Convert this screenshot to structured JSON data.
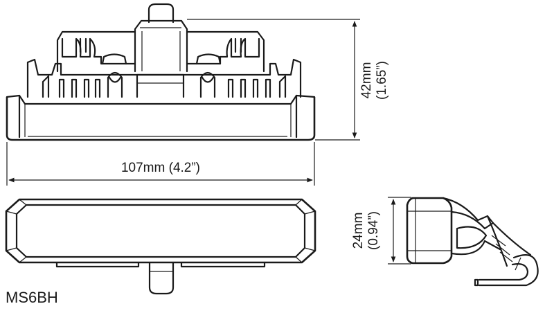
{
  "model": "MS6BH",
  "dimensions": {
    "height_mm": "42mm",
    "height_in": "(1.65”)",
    "width": "107mm (4.2”)",
    "depth_mm": "24mm",
    "depth_in": "(0.94”)"
  }
}
